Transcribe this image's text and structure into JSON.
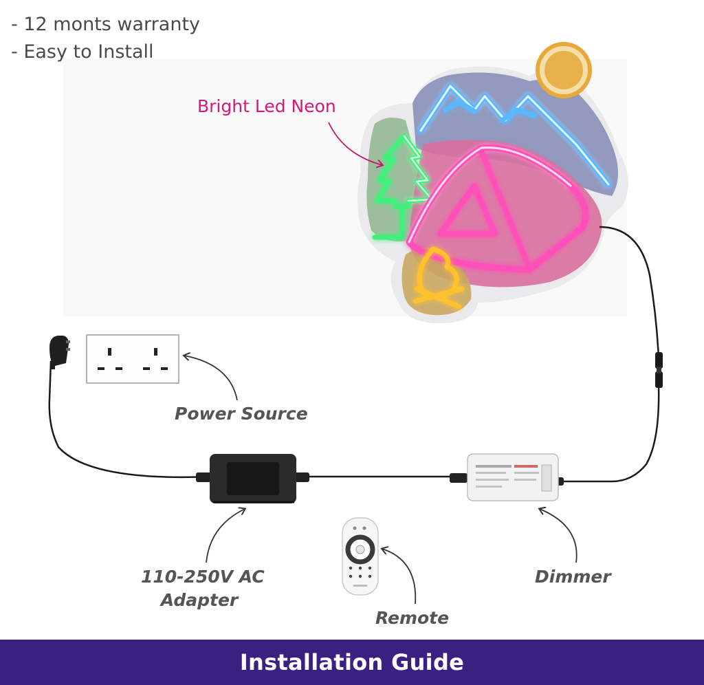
{
  "features": [
    "- 12 monts warranty",
    "- Easy to Install"
  ],
  "labels": {
    "neon": "Bright Led Neon",
    "power_source": "Power Source",
    "adapter_line1": "110-250V AC",
    "adapter_line2": "Adapter",
    "remote": "Remote",
    "dimmer": "Dimmer"
  },
  "footer": {
    "title": "Installation Guide"
  },
  "colors": {
    "footer_bg": "#3a2181",
    "neon_label": "#d4187a",
    "neon_pink": "#ff4fb8",
    "neon_blue": "#5ab8ff",
    "neon_green": "#3ff07a",
    "neon_yellow": "#ffc22e",
    "sun": "#e8a93a"
  },
  "icons": [
    "neon-sign-camping",
    "plug-icon",
    "wall-socket-icon",
    "ac-adapter-icon",
    "dimmer-icon",
    "remote-icon"
  ]
}
